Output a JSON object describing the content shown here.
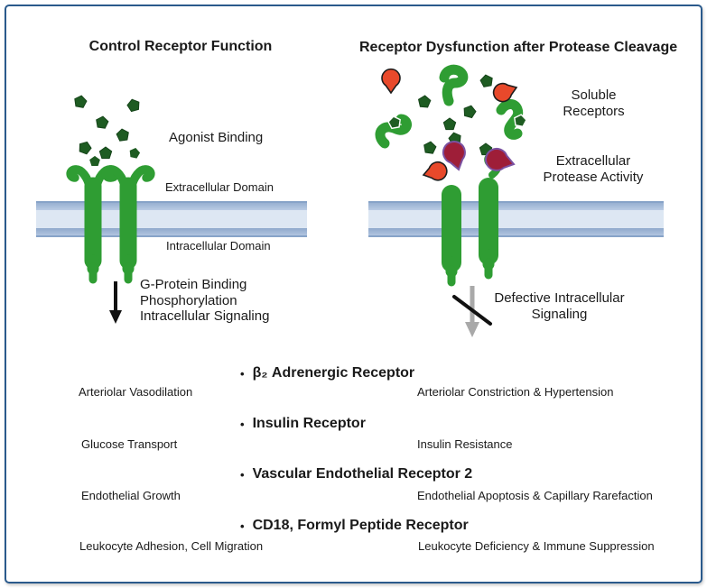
{
  "colors": {
    "frame": "#2a5a8c",
    "green": "#2f9d33",
    "dkgreen": "#1e5c22",
    "dkstroke": "#16451a",
    "red": "#e8492b",
    "maroon": "#9e1e38",
    "purple": "#7b51a1",
    "mem_light": "#dde7f3",
    "mem_band_top": "#8fa9cc",
    "mem_band_bottom": "#b9cbe4",
    "mem_edge": "#87a3c8",
    "gray_arrow": "#a9a9a9",
    "text": "#1a1a1a"
  },
  "left_panel": {
    "title": "Control Receptor Function",
    "agonist_label": "Agonist Binding",
    "extracellular_label": "Extracellular Domain",
    "intracellular_label": "Intracellular Domain",
    "signaling_lines": [
      "G-Protein Binding",
      "Phosphorylation",
      "Intracellular Signaling"
    ]
  },
  "right_panel": {
    "title": "Receptor Dysfunction after Protease Cleavage",
    "soluble_label": "Soluble Receptors",
    "protease_label": "Extracellular Protease Activity",
    "defective_label": "Defective Intracellular Signaling"
  },
  "examples": {
    "bullet_char": "•",
    "rows": [
      {
        "receptor": "β₂ Adrenergic Receptor",
        "normal": "Arteriolar Vasodilation",
        "dysfunction": "Arteriolar Constriction & Hypertension"
      },
      {
        "receptor": "Insulin Receptor",
        "normal": "Glucose Transport",
        "dysfunction": "Insulin Resistance"
      },
      {
        "receptor": "Vascular Endothelial Receptor 2",
        "normal": "Endothelial Growth",
        "dysfunction": "Endothelial Apoptosis & Capillary Rarefaction"
      },
      {
        "receptor": "CD18, Formyl Peptide Receptor",
        "normal": "Leukocyte Adhesion, Cell Migration",
        "dysfunction": "Leukocyte Deficiency & Immune Suppression"
      }
    ]
  }
}
